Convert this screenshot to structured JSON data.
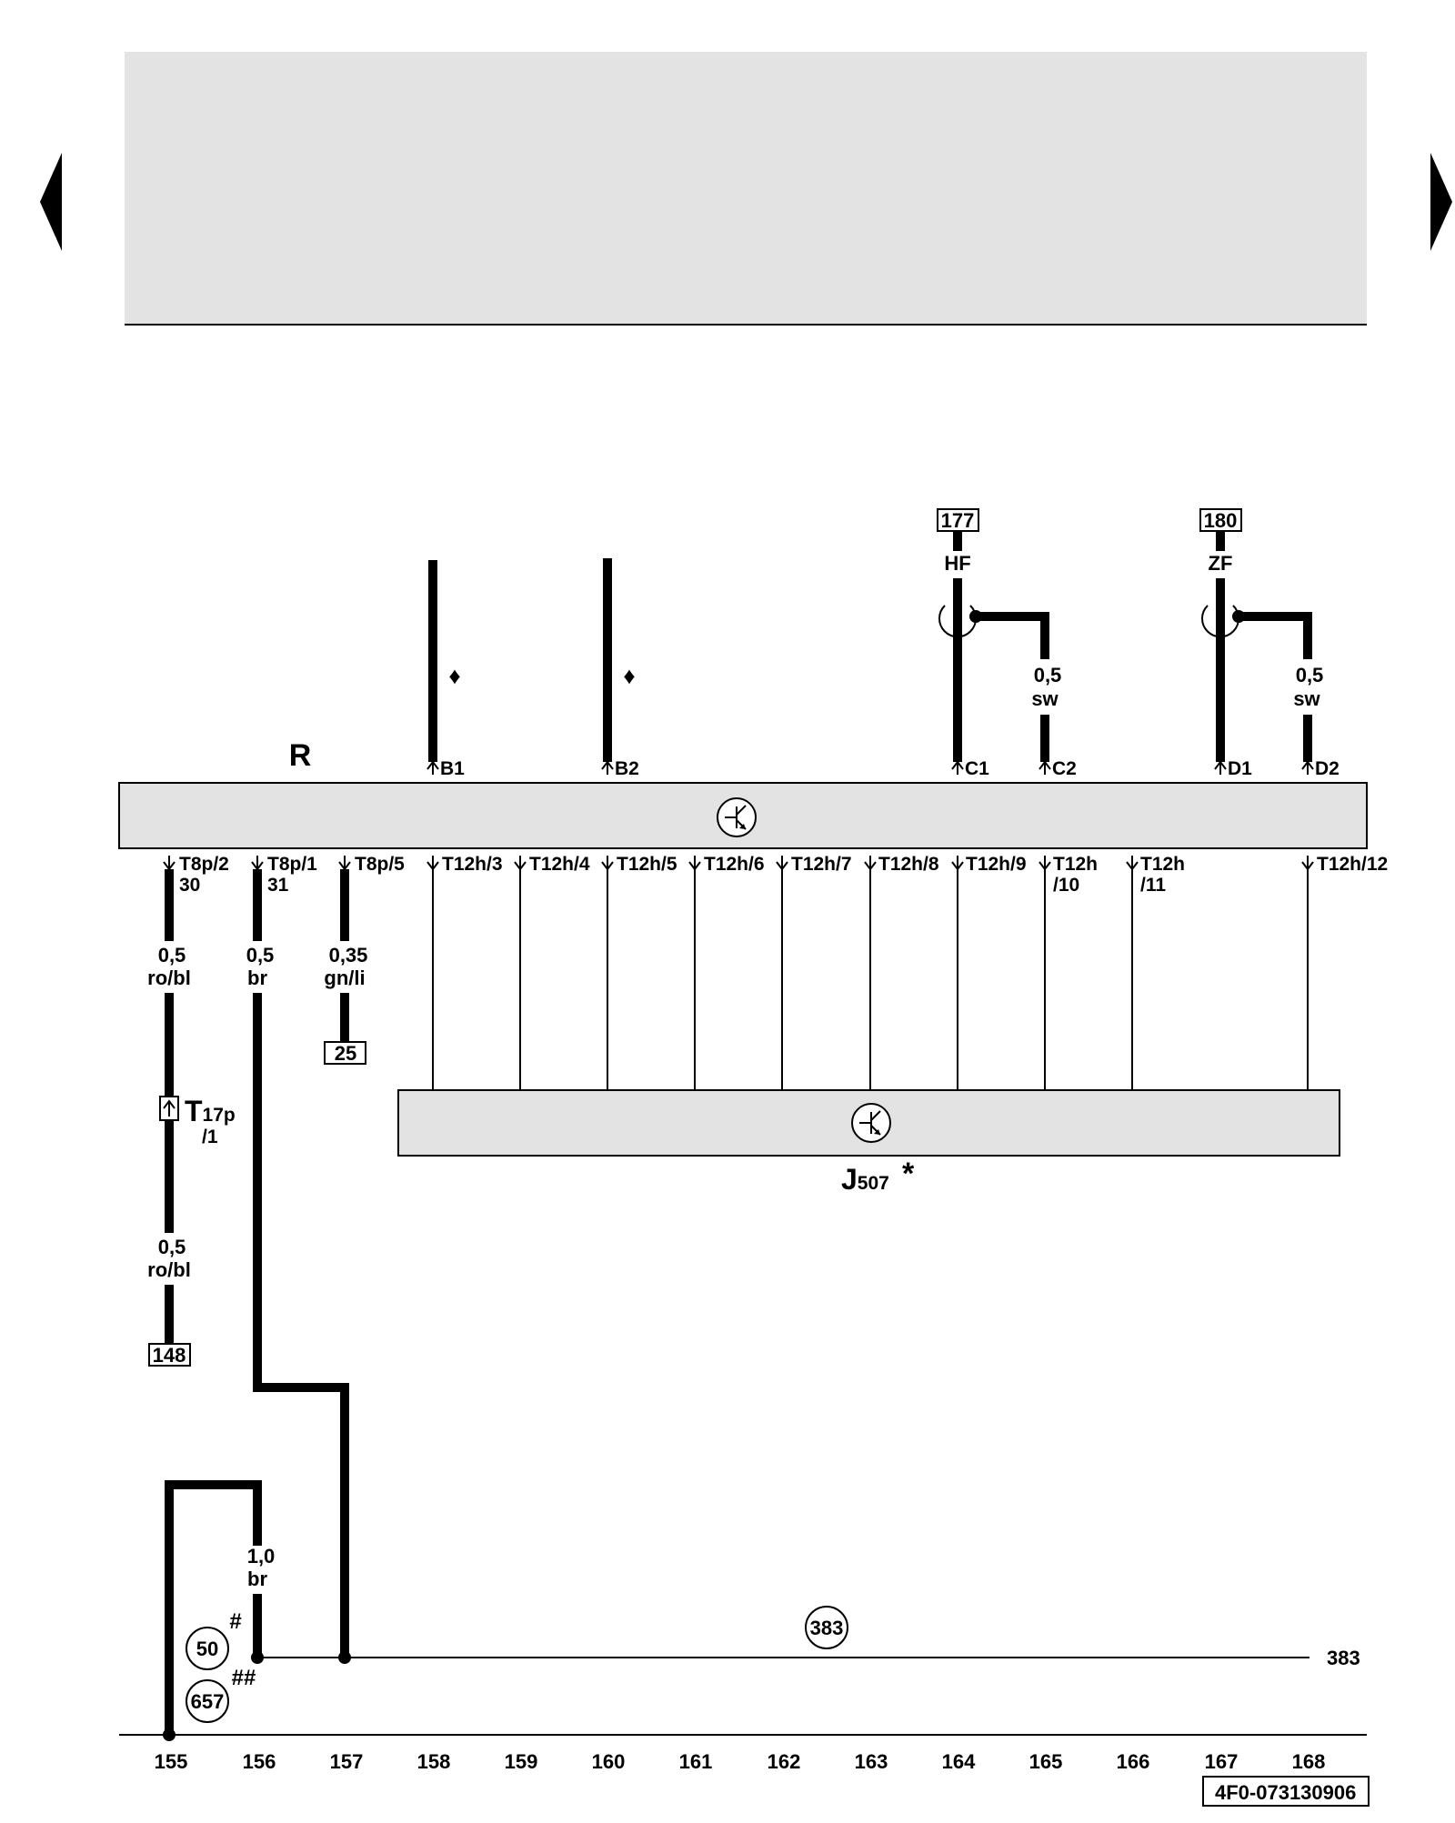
{
  "nav": {
    "prev_icon": "triangle-left-icon",
    "next_icon": "triangle-right-icon"
  },
  "colors": {
    "header_band": "#e3e3e3",
    "component_fill": "#e3e3e3",
    "wire": "#000000"
  },
  "component_R": {
    "label": "R"
  },
  "component_J507": {
    "label": "J",
    "sub": "507",
    "star": "*"
  },
  "top_wires": [
    {
      "pin": "B1",
      "marker": "♦"
    },
    {
      "pin": "B2",
      "marker": "♦"
    },
    {
      "pin": "C1",
      "ref": "177",
      "signal": "HF"
    },
    {
      "pin": "C2",
      "size": "0,5",
      "color": "sw"
    },
    {
      "pin": "D1",
      "ref": "180",
      "signal": "ZF"
    },
    {
      "pin": "D2",
      "size": "0,5",
      "color": "sw"
    }
  ],
  "bottom_pins": [
    {
      "line1": "T8p/2",
      "line2": "30"
    },
    {
      "line1": "T8p/1",
      "line2": "31"
    },
    {
      "line1": "T8p/5",
      "line2": ""
    },
    {
      "line1": "T12h/3",
      "line2": ""
    },
    {
      "line1": "T12h/4",
      "line2": ""
    },
    {
      "line1": "T12h/5",
      "line2": ""
    },
    {
      "line1": "T12h/6",
      "line2": ""
    },
    {
      "line1": "T12h/7",
      "line2": ""
    },
    {
      "line1": "T12h/8",
      "line2": ""
    },
    {
      "line1": "T12h/9",
      "line2": ""
    },
    {
      "line1": "T12h",
      "line2": "/10"
    },
    {
      "line1": "T12h",
      "line2": "/11"
    },
    {
      "line1": "T12h/12",
      "line2": ""
    }
  ],
  "wire_labels": {
    "w155_top": {
      "size": "0,5",
      "color": "ro/bl"
    },
    "w155_bot": {
      "size": "0,5",
      "color": "ro/bl"
    },
    "w156": {
      "size": "0,5",
      "color": "br"
    },
    "w157": {
      "size": "0,35",
      "color": "gn/li"
    },
    "w_ground": {
      "size": "1,0",
      "color": "br"
    }
  },
  "refs": {
    "r25": "25",
    "r148": "148"
  },
  "connector_T17p": {
    "main": "T",
    "sub": "17p",
    "pin": "/1"
  },
  "ground_points": {
    "g50": "50",
    "g50_mark": "#",
    "g657": "657",
    "g657_mark": "##",
    "g383": "383",
    "g383_text": "383"
  },
  "columns": [
    "155",
    "156",
    "157",
    "158",
    "159",
    "160",
    "161",
    "162",
    "163",
    "164",
    "165",
    "166",
    "167",
    "168"
  ],
  "doc_number": "4F0-073130906"
}
